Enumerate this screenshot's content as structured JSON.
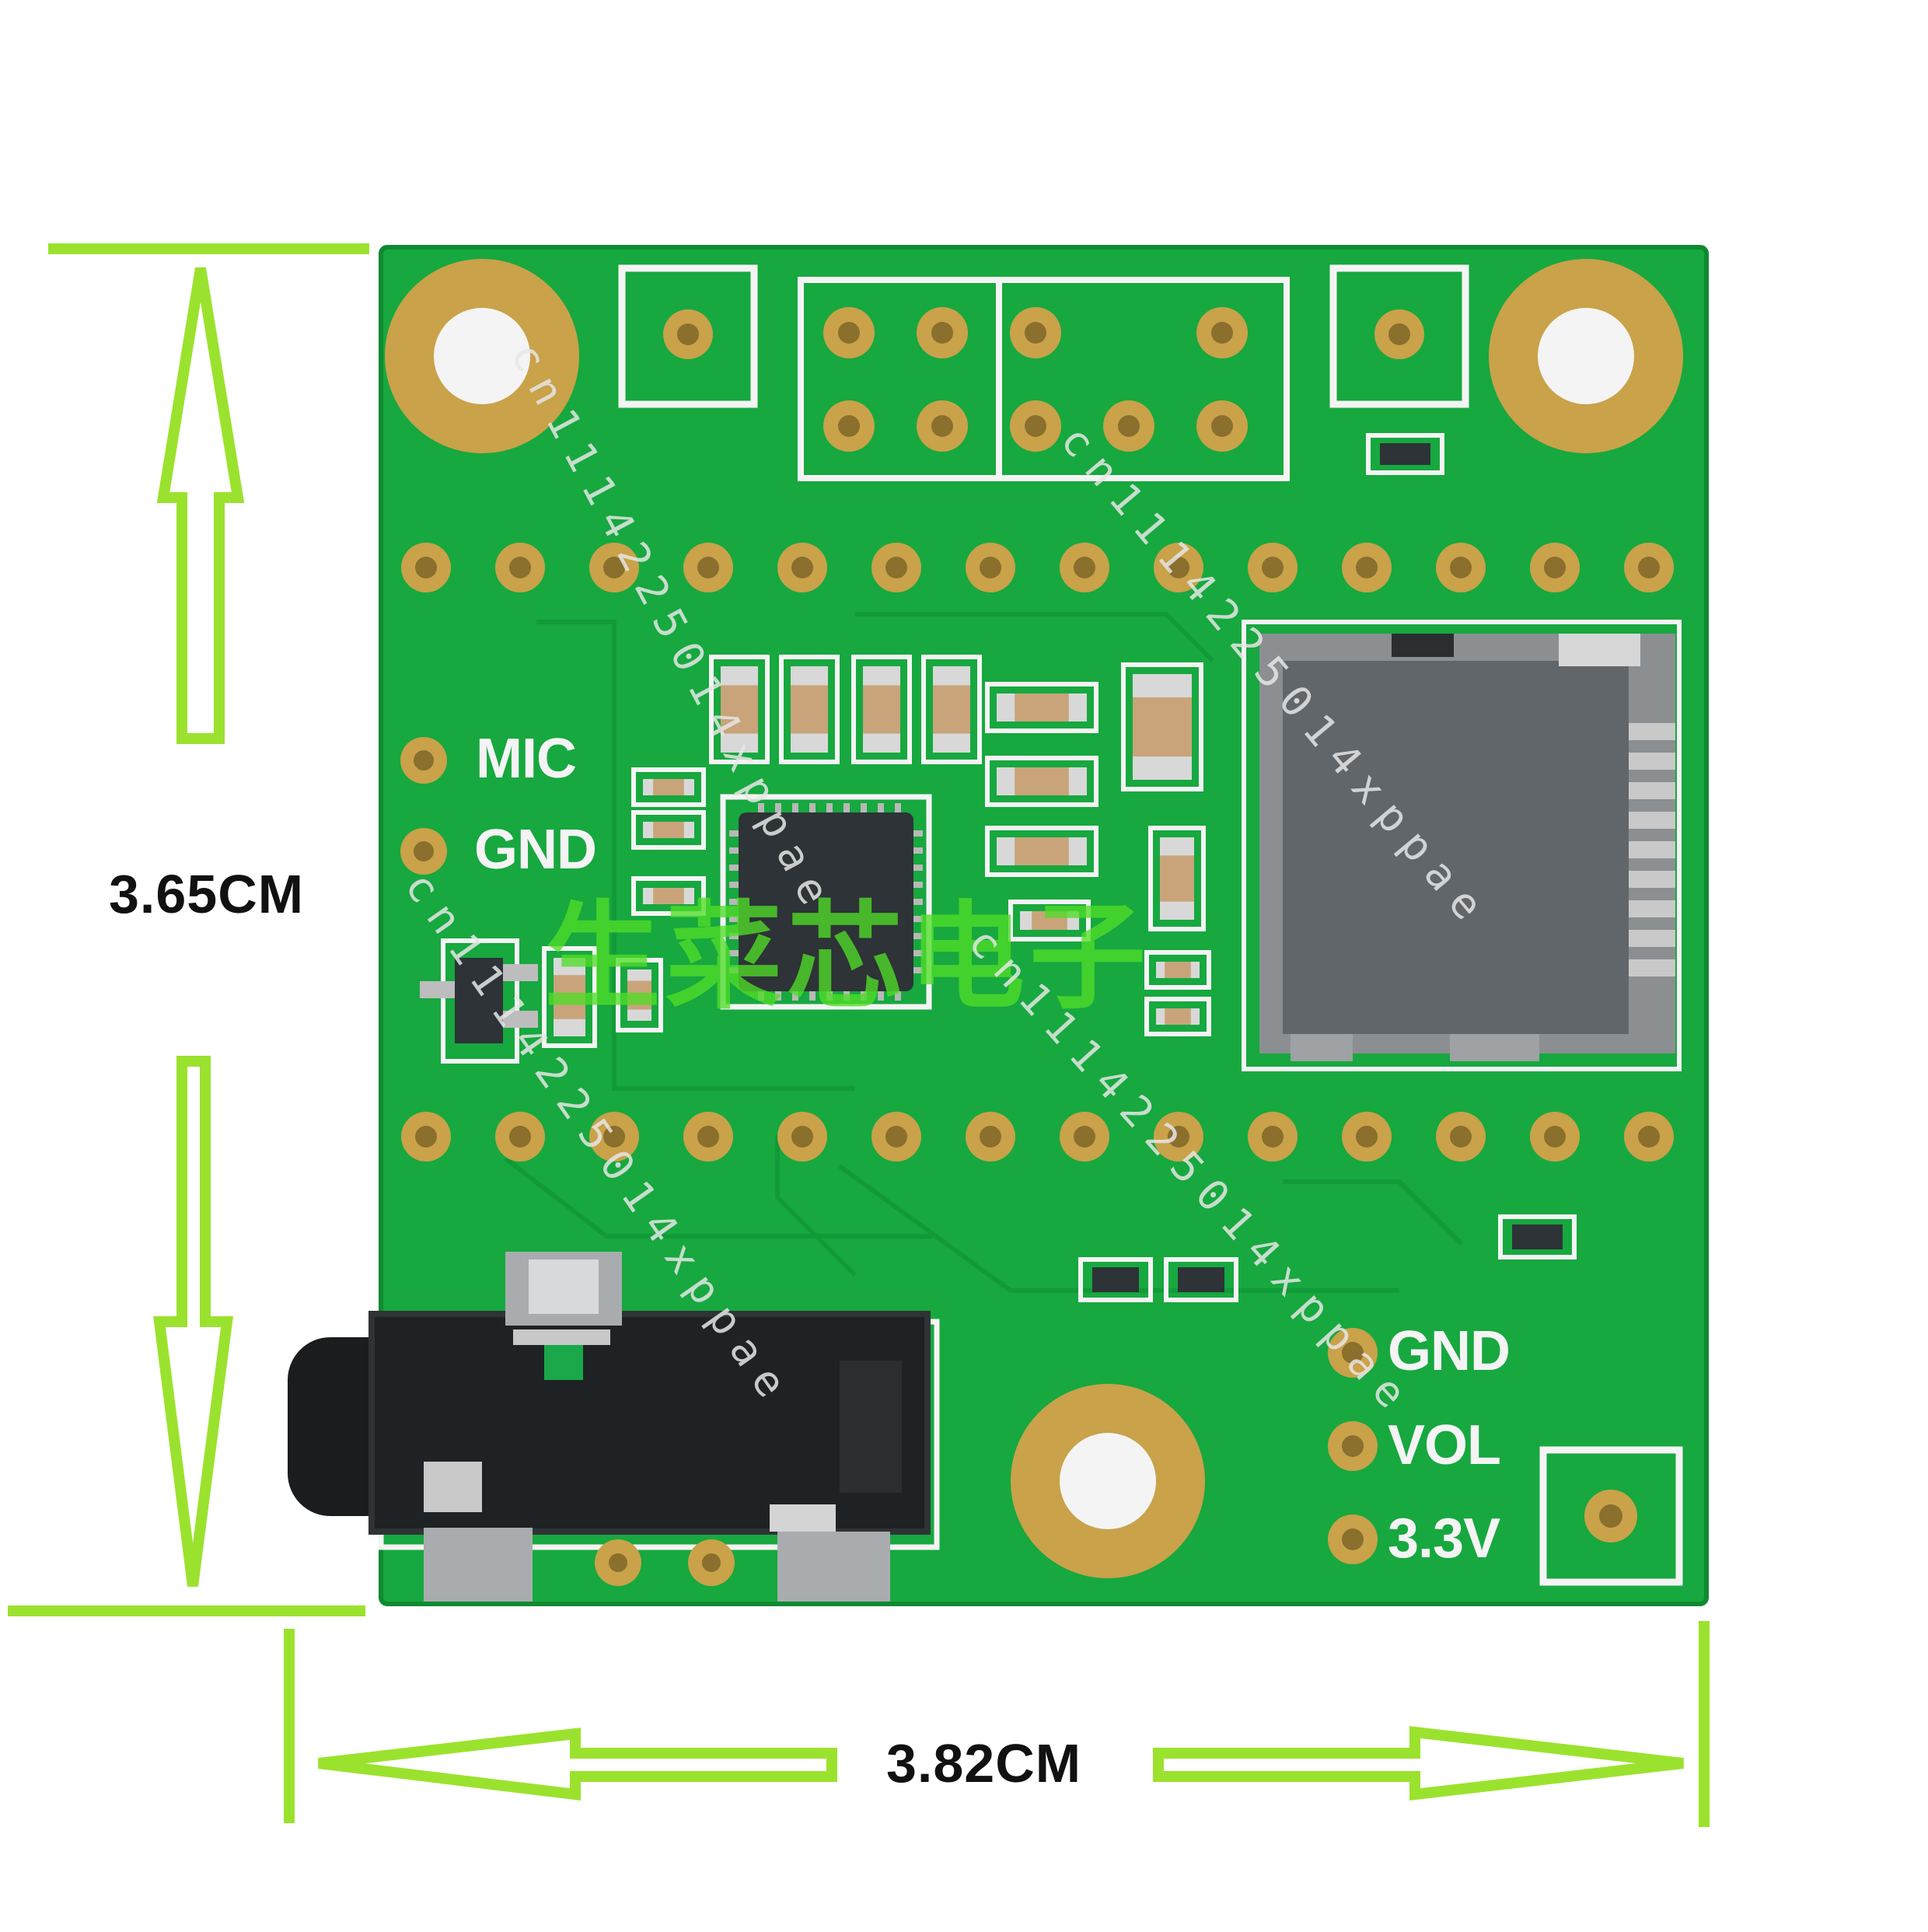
{
  "dimensions": {
    "height_label": "3.65CM",
    "width_label": "3.82CM",
    "arrow_color": "#9be22e"
  },
  "board": {
    "pcb_color": "#17a83f",
    "pad_color": "#c9a24a",
    "silkscreen": {
      "mic": "MIC",
      "gnd_left": "GND",
      "gnd_right": "GND",
      "vol": "VOL",
      "v33": "3.3V"
    }
  },
  "watermark": {
    "brand": "生菜芯电子",
    "code": "cn1114225014xppae"
  }
}
